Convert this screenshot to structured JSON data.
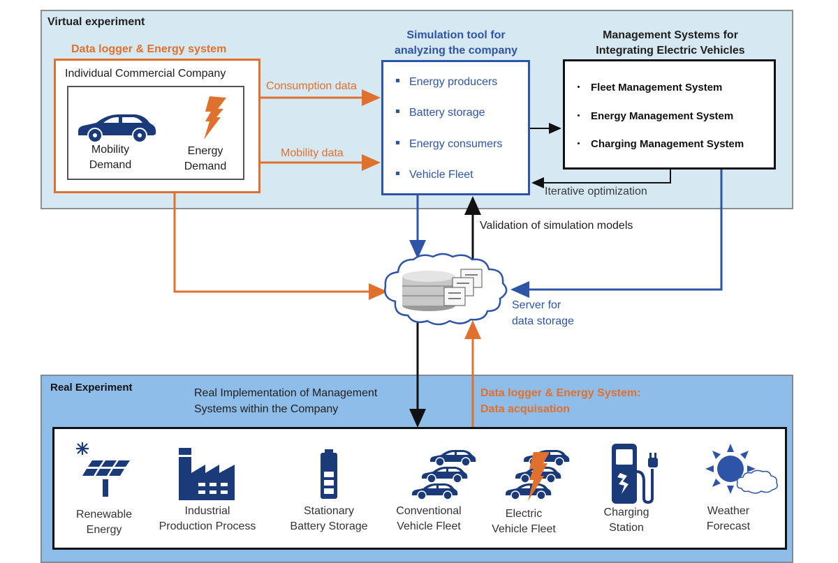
{
  "virtual_experiment": {
    "title": "Virtual experiment",
    "data_logger": {
      "title": "Data logger & Energy system",
      "company_title": "Individual Commercial Company",
      "mobility_demand": [
        "Mobility",
        "Demand"
      ],
      "energy_demand": [
        "Energy",
        "Demand"
      ]
    },
    "arrows": {
      "consumption_data": "Consumption data",
      "mobility_data": "Mobility data",
      "iterative_optimization": "Iterative optimization"
    },
    "simulation_tool": {
      "title": [
        "Simulation tool for",
        "analyzing the company"
      ],
      "items": [
        "Energy producers",
        "Battery storage",
        "Energy consumers",
        "Vehicle Fleet"
      ]
    },
    "management_systems": {
      "title": [
        "Management Systems for",
        "Integrating Electric Vehicles"
      ],
      "items": [
        "Fleet Management System",
        "Energy Management System",
        "Charging Management System"
      ]
    }
  },
  "middle": {
    "validation_label": "Validation of simulation models",
    "server_label": [
      "Server for",
      "data storage"
    ]
  },
  "real_experiment": {
    "title": "Real Experiment",
    "implementation_label": [
      "Real Implementation of Management",
      "Systems within the Company"
    ],
    "acquisition_label": [
      "Data logger & Energy System:",
      "Data acquisation"
    ],
    "components": [
      {
        "icon": "solar-panel-icon",
        "label": [
          "Renewable",
          "Energy"
        ]
      },
      {
        "icon": "factory-icon",
        "label": [
          "Industrial",
          "Production Process"
        ]
      },
      {
        "icon": "battery-icon",
        "label": [
          "Stationary",
          "Battery Storage"
        ]
      },
      {
        "icon": "car-fleet-icon",
        "label": [
          "Conventional",
          "Vehicle Fleet"
        ]
      },
      {
        "icon": "electric-car-fleet-icon",
        "label": [
          "Electric",
          "Vehicle Fleet"
        ]
      },
      {
        "icon": "charging-station-icon",
        "label": [
          "Charging",
          "Station"
        ]
      },
      {
        "icon": "weather-icon",
        "label": [
          "Weather",
          "Forecast"
        ]
      }
    ]
  },
  "colors": {
    "orange": "#e0702e",
    "blue": "#2e54a8",
    "navy": "#1b3a7a",
    "virtual_bg": "#d6e9f2",
    "real_bg": "#8fbde9"
  }
}
